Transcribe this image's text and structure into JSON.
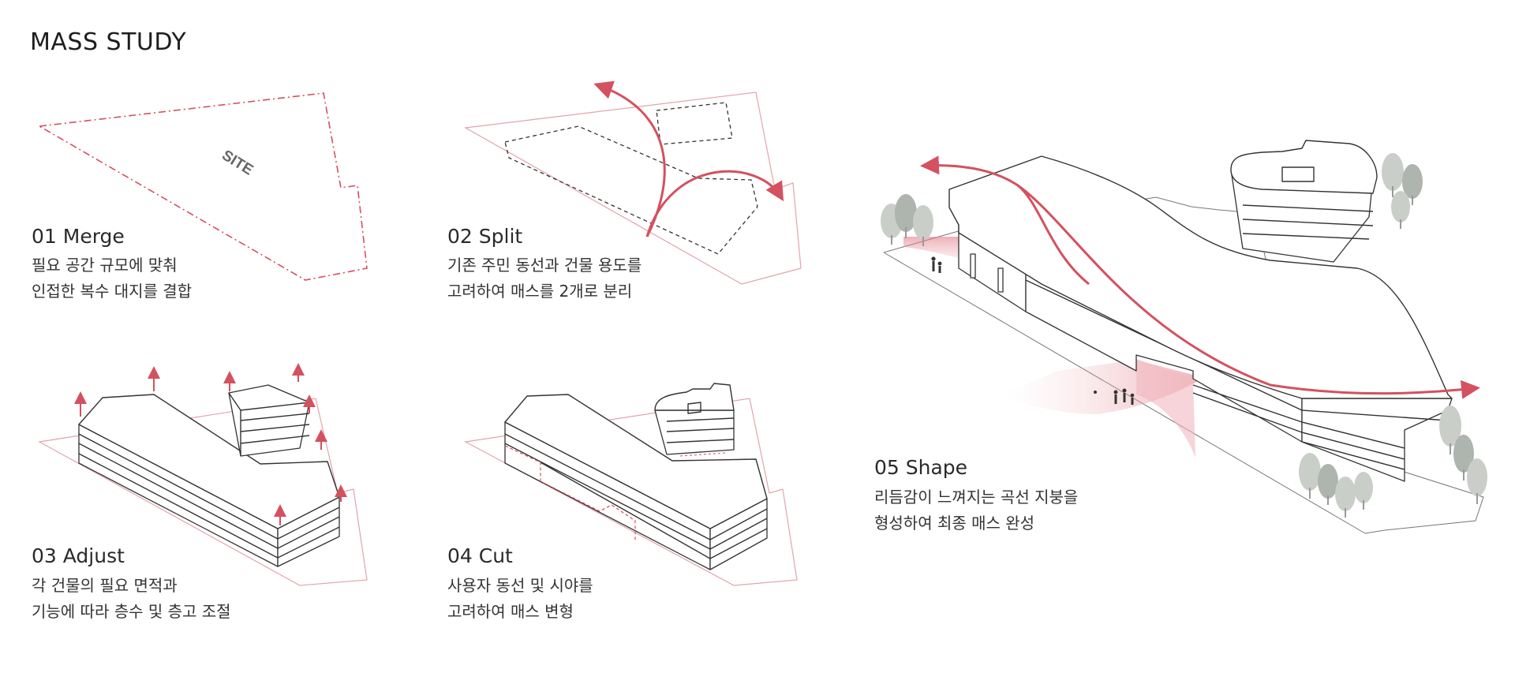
{
  "title": "MASS STUDY",
  "steps": [
    {
      "id": "01",
      "title": "01 Merge",
      "desc": "필요 공간 규모에 맞춰\n인접한 복수 대지를 결합"
    },
    {
      "id": "02",
      "title": "02 Split",
      "desc": "기존 주민 동선과 건물 용도를\n고려하여 매스를 2개로 분리"
    },
    {
      "id": "03",
      "title": "03 Adjust",
      "desc": "각 건물의 필요 면적과\n기능에 따라 층수 및 층고 조절"
    },
    {
      "id": "04",
      "title": "04 Cut",
      "desc": "사용자 동선 및 시야를\n고려하여 매스 변형"
    },
    {
      "id": "05",
      "title": "05 Shape",
      "desc": "리듬감이 느껴지는 곡선 지붕을\n형성하여 최종 매스 완성"
    }
  ],
  "site_label": "SITE",
  "colors": {
    "accent": "#d4515f",
    "line": "#333333",
    "tree": "#c9cec9"
  }
}
